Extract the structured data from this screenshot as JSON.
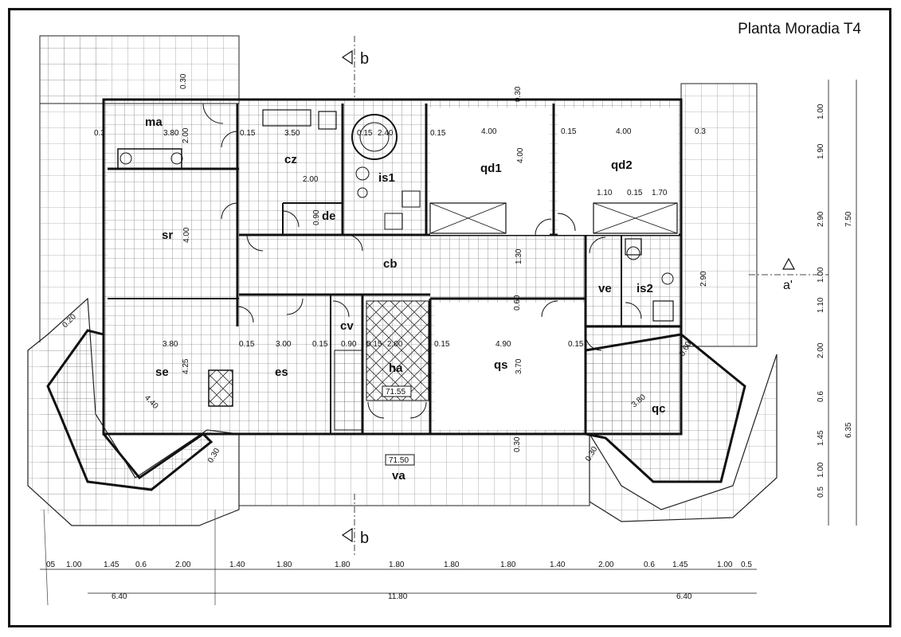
{
  "title": "Planta Moradia T4",
  "section_markers": {
    "top": "b",
    "bottom": "b",
    "right": "a'"
  },
  "rooms": {
    "ma": "ma",
    "cz": "cz",
    "is1": "is1",
    "qd1": "qd1",
    "qd2": "qd2",
    "de": "de",
    "sr": "sr",
    "cb": "cb",
    "ve": "ve",
    "is2": "is2",
    "cv": "cv",
    "se": "se",
    "es": "es",
    "ha": "ha",
    "qs": "qs",
    "qc": "qc",
    "va": "va"
  },
  "levels": {
    "ha": "71.55",
    "va": "71.50"
  },
  "interior_dims": {
    "ma_w": "3.80",
    "ma_h": "2.00",
    "cz_w": "3.50",
    "cz_w2": "2.00",
    "is1_w": "2.40",
    "qd1_w": "4.00",
    "qd1_h": "4.00",
    "qd2_w": "4.00",
    "qd2_a": "1.10",
    "qd2_b": "1.70",
    "sr_h": "4.00",
    "de_h": "0.90",
    "cb_h": "1.30",
    "se_w": "3.80",
    "se_h": "4.25",
    "se_diag": "4.40",
    "es_w": "3.00",
    "cv_w": "0.90",
    "ha_w": "2.00",
    "qs_w": "4.90",
    "qs_h": "3.70",
    "qc_diag": "3.80",
    "is2_h": "2.90",
    "t015": "0.15",
    "t030": "0.30",
    "t020": "0.20",
    "t3": "0.3",
    "t060": "0.60"
  },
  "bottom_dims": [
    "05",
    "1.00",
    "1.45",
    "0.6",
    "2.00",
    "1.40",
    "1.80",
    "1.80",
    "1.80",
    "1.80",
    "1.80",
    "1.40",
    "2.00",
    "0.6",
    "1.45",
    "1.00",
    "0.5"
  ],
  "bottom_totals": [
    "6.40",
    "11.80",
    "6.40"
  ],
  "right_dims": [
    "1.00",
    "1.90",
    "2.90",
    "1.00",
    "1.10",
    "2.00",
    "0.6",
    "1.45",
    "1.00",
    "0.5"
  ],
  "right_totals": [
    "7.50",
    "6.35"
  ]
}
